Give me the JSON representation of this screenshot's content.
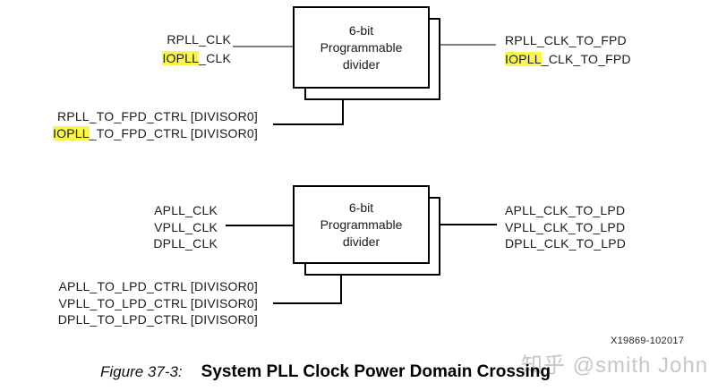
{
  "figure": {
    "caption_label": "Figure 37-3:",
    "caption_title": "System PLL Clock Power Domain Crossing",
    "figure_id": "X19869-102017",
    "watermark": "知乎 @smith John"
  },
  "fpd": {
    "block": [
      "6-bit",
      "Programmable",
      "divider"
    ],
    "inputs": [
      {
        "hl": "",
        "rest": "RPLL_CLK"
      },
      {
        "hl": "IOPLL",
        "rest": "_CLK"
      }
    ],
    "outputs": [
      {
        "hl": "",
        "rest": "RPLL_CLK_TO_FPD"
      },
      {
        "hl": "IOPLL",
        "rest": "_CLK_TO_FPD"
      }
    ],
    "controls": [
      {
        "hl": "",
        "rest": "RPLL_TO_FPD_CTRL [DIVISOR0]"
      },
      {
        "hl": "IOPLL",
        "rest": "_TO_FPD_CTRL [DIVISOR0]"
      }
    ]
  },
  "lpd": {
    "block": [
      "6-bit",
      "Programmable",
      "divider"
    ],
    "inputs": [
      {
        "hl": "",
        "rest": "APLL_CLK"
      },
      {
        "hl": "",
        "rest": "VPLL_CLK"
      },
      {
        "hl": "",
        "rest": "DPLL_CLK"
      }
    ],
    "outputs": [
      {
        "hl": "",
        "rest": "APLL_CLK_TO_LPD"
      },
      {
        "hl": "",
        "rest": "VPLL_CLK_TO_LPD"
      },
      {
        "hl": "",
        "rest": "DPLL_CLK_TO_LPD"
      }
    ],
    "controls": [
      {
        "hl": "",
        "rest": "APLL_TO_LPD_CTRL [DIVISOR0]"
      },
      {
        "hl": "",
        "rest": "VPLL_TO_LPD_CTRL [DIVISOR0]"
      },
      {
        "hl": "",
        "rest": "DPLL_TO_LPD_CTRL [DIVISOR0]"
      }
    ]
  },
  "colors": {
    "highlight": "#fbf64e",
    "clock_wire_gray": "#808080",
    "wire_black": "#000000",
    "watermark_gray": "#c7c7c7"
  }
}
